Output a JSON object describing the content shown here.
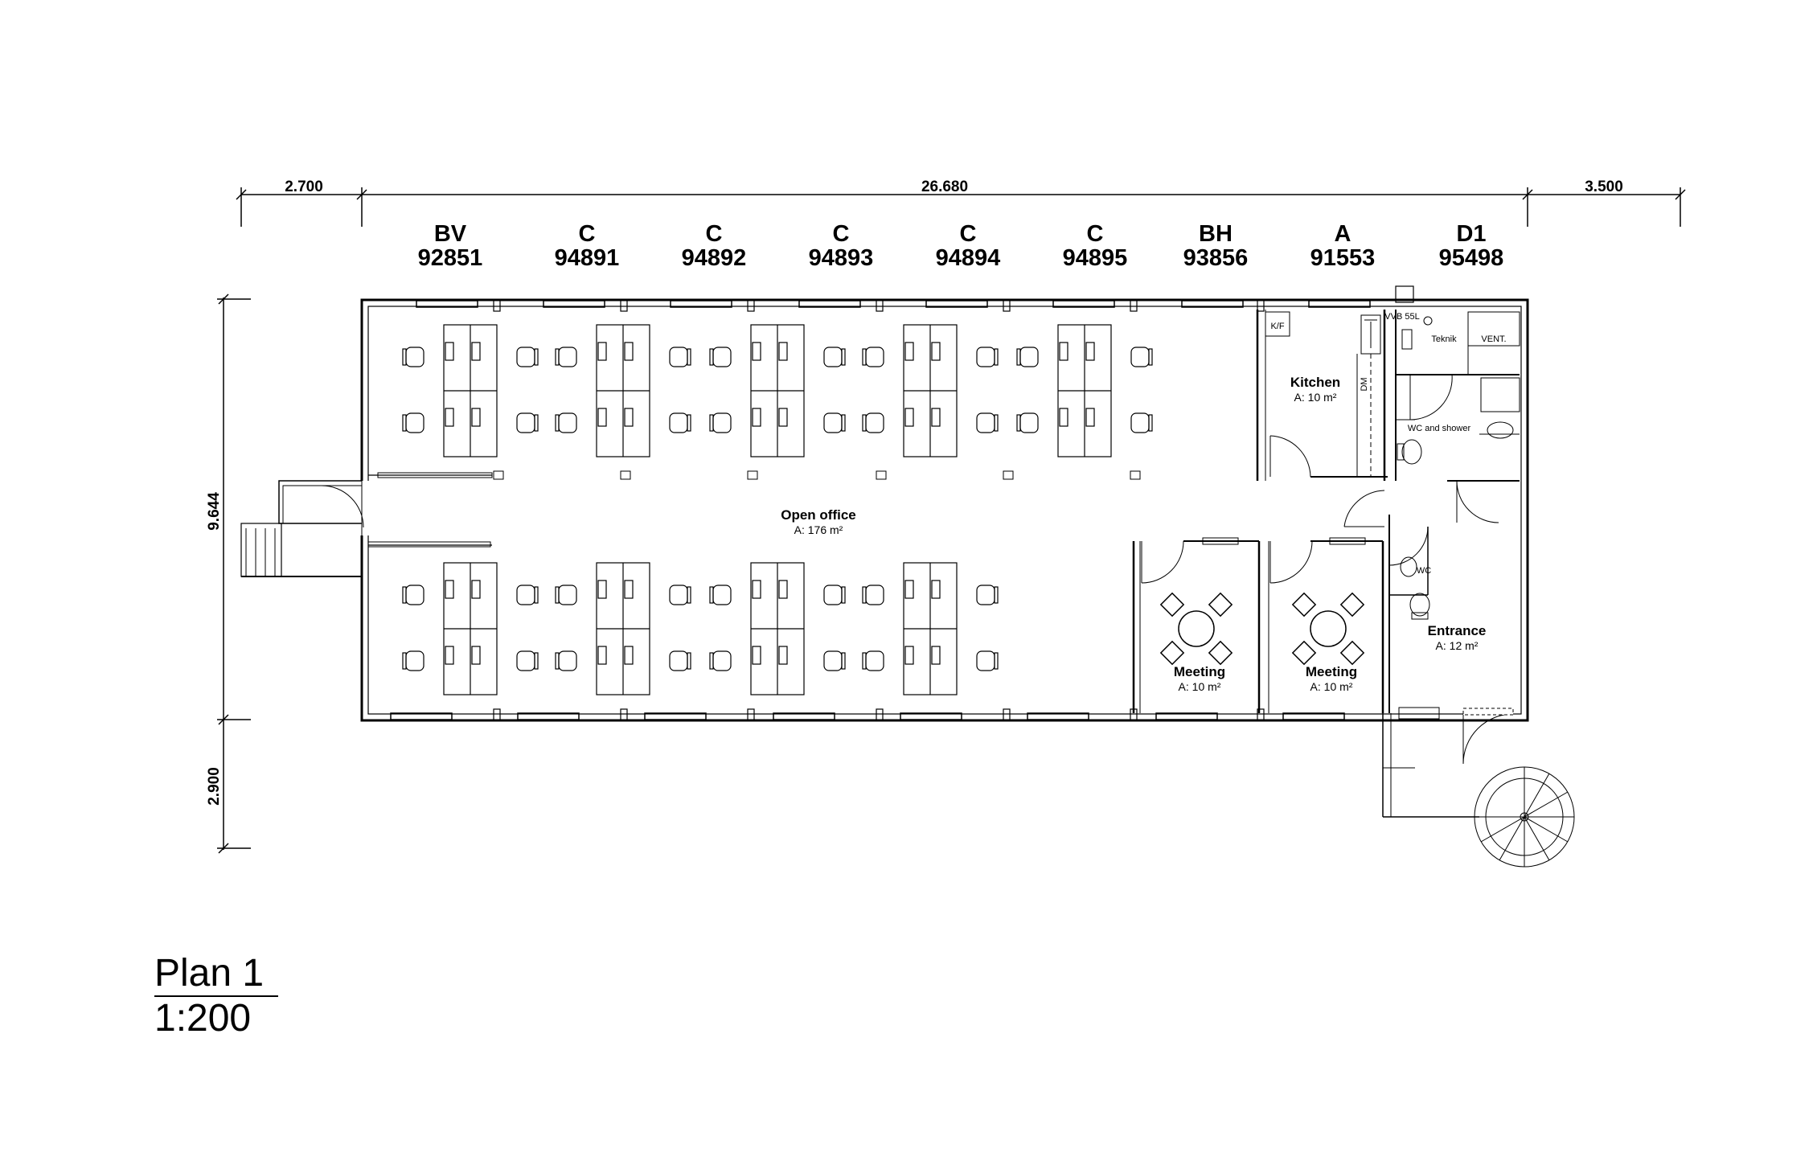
{
  "dimensions": {
    "top_left": "2.700",
    "top_main": "26.680",
    "top_right": "3.500",
    "side_main": "9.644",
    "side_lower": "2.900"
  },
  "modules": [
    {
      "type": "BV",
      "number": "92851"
    },
    {
      "type": "C",
      "number": "94891"
    },
    {
      "type": "C",
      "number": "94892"
    },
    {
      "type": "C",
      "number": "94893"
    },
    {
      "type": "C",
      "number": "94894"
    },
    {
      "type": "C",
      "number": "94895"
    },
    {
      "type": "BH",
      "number": "93856"
    },
    {
      "type": "A",
      "number": "91553"
    },
    {
      "type": "D1",
      "number": "95498"
    }
  ],
  "rooms": {
    "open_office": {
      "name": "Open office",
      "area": "A: 176 m²"
    },
    "kitchen": {
      "name": "Kitchen",
      "area": "A: 10 m²"
    },
    "meeting_1": {
      "name": "Meeting",
      "area": "A: 10 m²"
    },
    "meeting_2": {
      "name": "Meeting",
      "area": "A: 10 m²"
    },
    "entrance": {
      "name": "Entrance",
      "area": "A: 12 m²"
    },
    "wc_shower": {
      "name": "WC and shower"
    },
    "wc": {
      "name": "WC"
    },
    "teknik": {
      "name": "Teknik"
    },
    "vent": {
      "name": "VENT."
    },
    "kf": {
      "name": "K/F"
    },
    "vvb": {
      "name": "VVB\n55L"
    },
    "dm": {
      "name": "DM"
    }
  },
  "title": {
    "plan": "Plan 1",
    "scale": "1:200"
  }
}
